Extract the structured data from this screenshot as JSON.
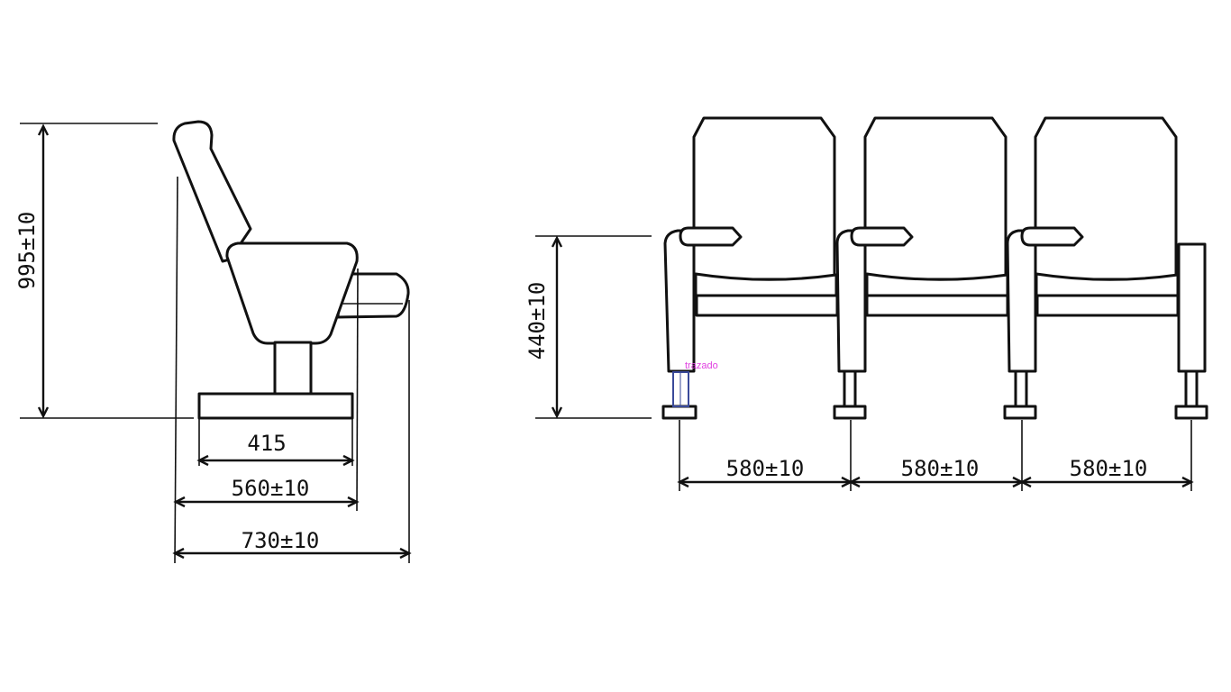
{
  "side_view": {
    "height_label": "995±10",
    "base_width_label": "415",
    "seat_depth_label": "560±10",
    "overall_depth_label": "730±10"
  },
  "front_view": {
    "seat_height_label": "440±10",
    "seat_pitch_labels": [
      "580±10",
      "580±10",
      "580±10"
    ],
    "selection_label": "trazado"
  },
  "colors": {
    "line": "#111111",
    "selection_box": "#3a4a9a",
    "selection_label": "#e040e0"
  }
}
